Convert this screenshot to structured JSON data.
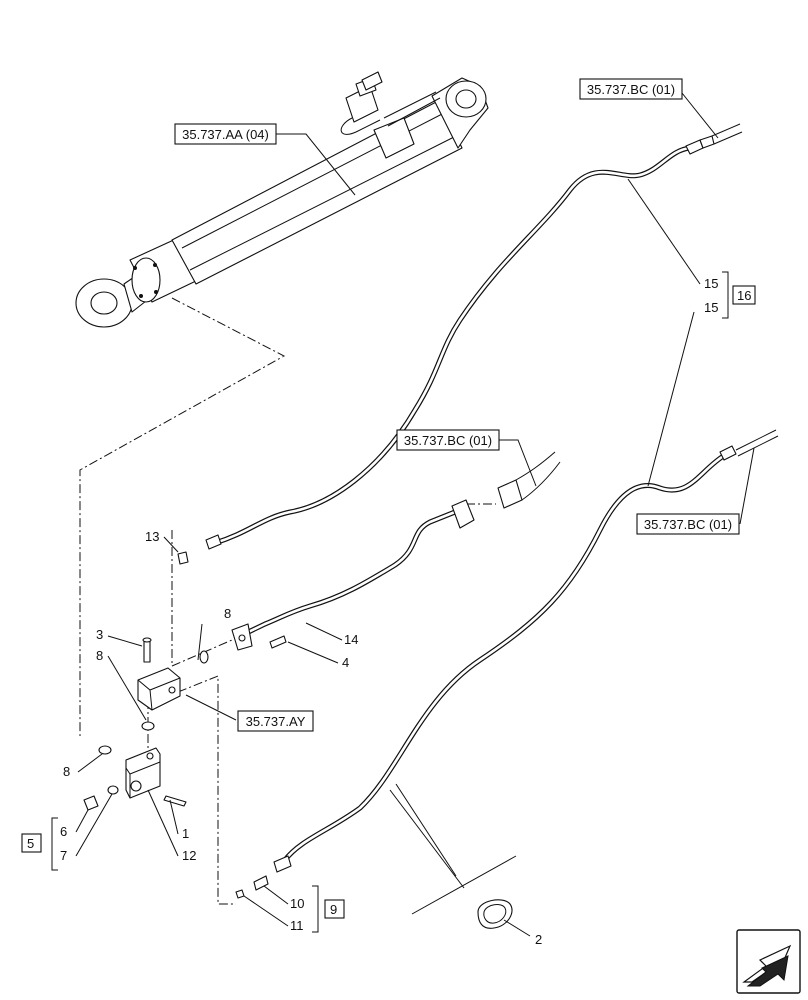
{
  "refs": {
    "cylinder": "35.737.AA (04)",
    "top_right": "35.737.BC (01)",
    "middle": "35.737.BC (01)",
    "right_lower": "35.737.BC (01)",
    "block": "35.737.AY"
  },
  "callouts": {
    "c1": "1",
    "c2": "2",
    "c3": "3",
    "c4": "4",
    "c5": "5",
    "c6": "6",
    "c7": "7",
    "c8a": "8",
    "c8b": "8",
    "c8c": "8",
    "c9": "9",
    "c10": "10",
    "c11": "11",
    "c12": "12",
    "c13": "13",
    "c14": "14",
    "c15a": "15",
    "c15b": "15",
    "c16": "16"
  }
}
